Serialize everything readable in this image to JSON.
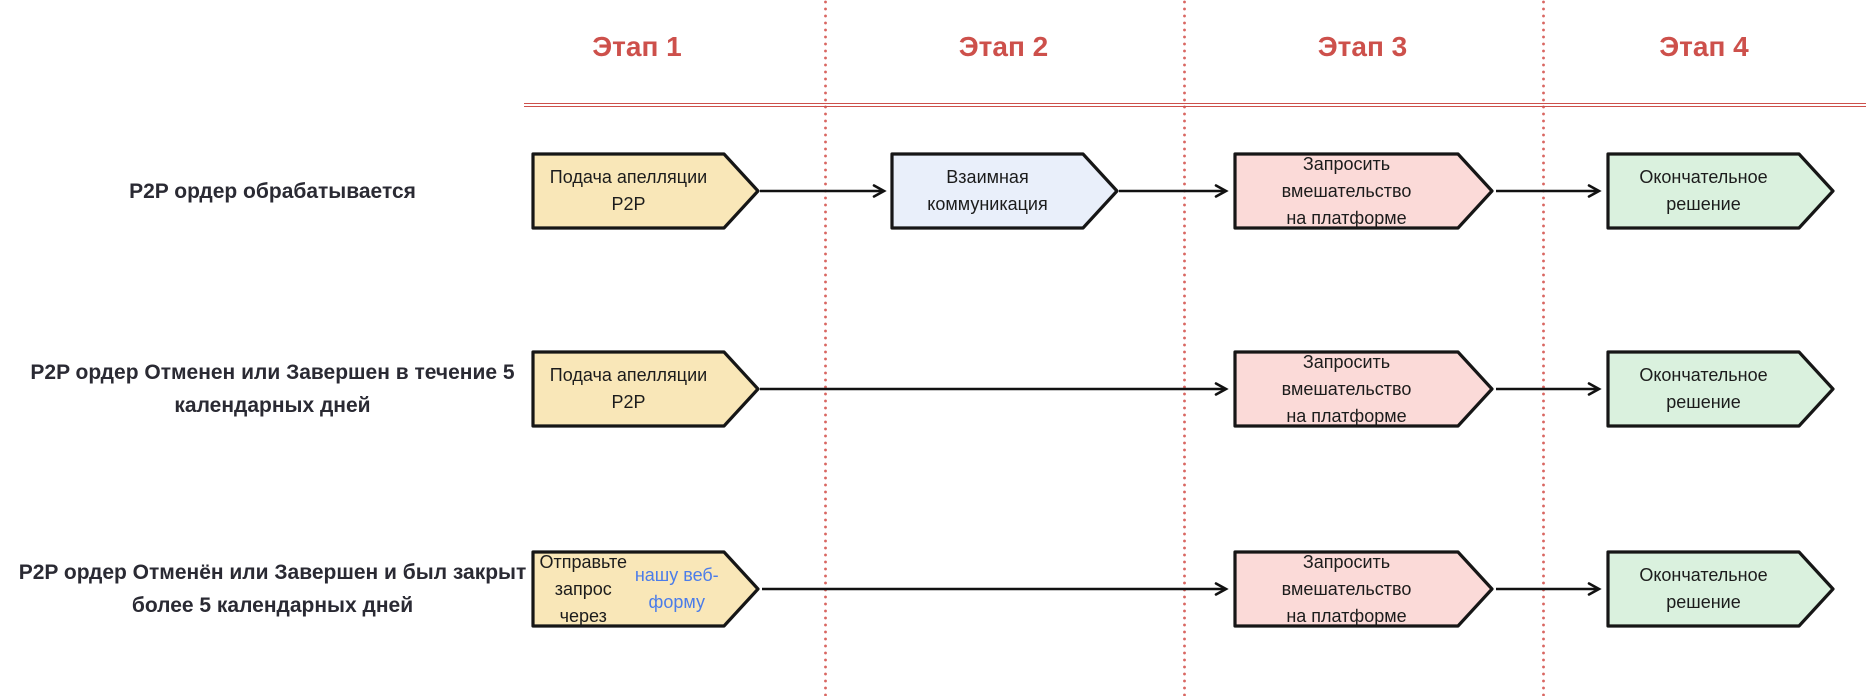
{
  "palette": {
    "accent_red": "#cd504b",
    "box_border": "#161616",
    "yellow_fill": "#f9e7b8",
    "blue_fill": "#e9effa",
    "pink_fill": "#fbdad8",
    "green_fill": "#daf1de",
    "link_blue": "#4b7ce9",
    "label_dark": "#2a2a33"
  },
  "header": {
    "stages": [
      {
        "label": "Этап 1"
      },
      {
        "label": "Этап 2"
      },
      {
        "label": "Этап 3"
      },
      {
        "label": "Этап 4"
      }
    ]
  },
  "rows": [
    {
      "label": "P2P ордер обрабатывается",
      "steps": [
        {
          "text": "Подача апелляции P2P",
          "color": "yellow"
        },
        {
          "text": "Взаимная\nкоммуникация",
          "color": "blue"
        },
        {
          "text": "Запросить вмешательство\nна платформе",
          "color": "pink"
        },
        {
          "text": "Окончательное\nрешение",
          "color": "green"
        }
      ]
    },
    {
      "label": "P2P ордер Отменен или Завершен в течение 5\nкалендарных дней",
      "steps": [
        {
          "text": "Подача апелляции P2P",
          "color": "yellow"
        },
        {
          "text": "Запросить вмешательство\nна платформе",
          "color": "pink"
        },
        {
          "text": "Окончательное\nрешение",
          "color": "green"
        }
      ]
    },
    {
      "label": "P2P ордер Отменён или Завершен и был закрыт\nболее 5 календарных дней",
      "steps": [
        {
          "text_prefix": "Отправьте запрос\nчерез ",
          "link_text": "нашу веб-форму",
          "color": "yellow"
        },
        {
          "text": "Запросить вмешательство\nна платформе",
          "color": "pink"
        },
        {
          "text": "Окончательное\nрешение",
          "color": "green"
        }
      ]
    }
  ]
}
